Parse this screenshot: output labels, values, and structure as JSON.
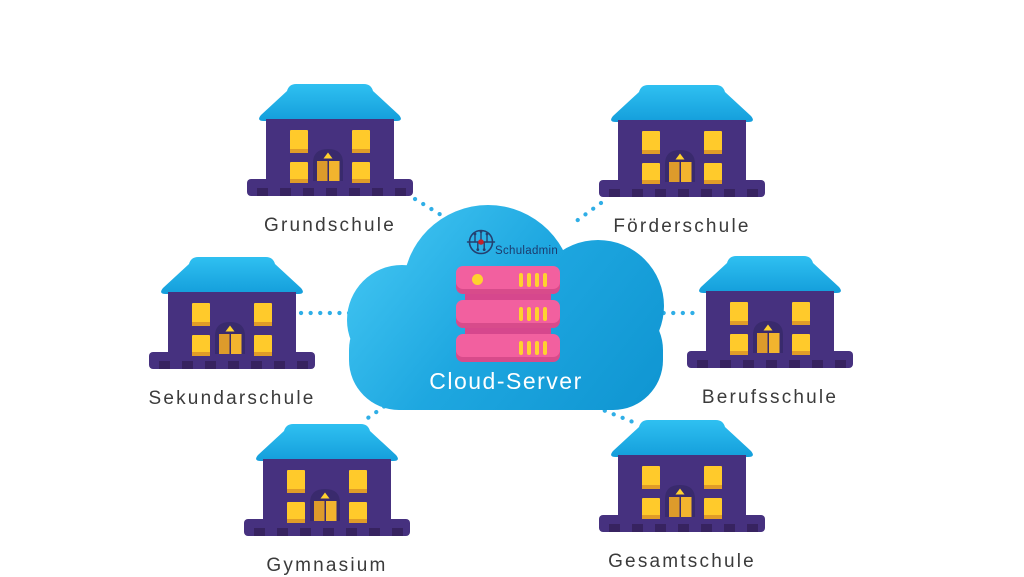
{
  "cloud": {
    "label": "Cloud-Server",
    "logo_text": "Schuladmin"
  },
  "schools": [
    {
      "label": "Grundschule"
    },
    {
      "label": "Förderschule"
    },
    {
      "label": "Sekundarschule"
    },
    {
      "label": "Berufsschule"
    },
    {
      "label": "Gymnasium"
    },
    {
      "label": "Gesamtschule"
    }
  ],
  "colors": {
    "cloud_blue": "#1fa8e0",
    "roof_blue": "#1fb0e8",
    "building_purple": "#46317f",
    "base_teeth_purple": "#372360",
    "window_gold": "#ffca2b",
    "door_gold": "#dd9b2b",
    "server_pink": "#f2609f",
    "accent_yellow": "#ffd22e",
    "connector_blue": "#2faee6",
    "label_text": "#3b3b3b",
    "logo_navy": "#24406f",
    "logo_red": "#c4232b",
    "cloud_text": "#ffffff"
  }
}
